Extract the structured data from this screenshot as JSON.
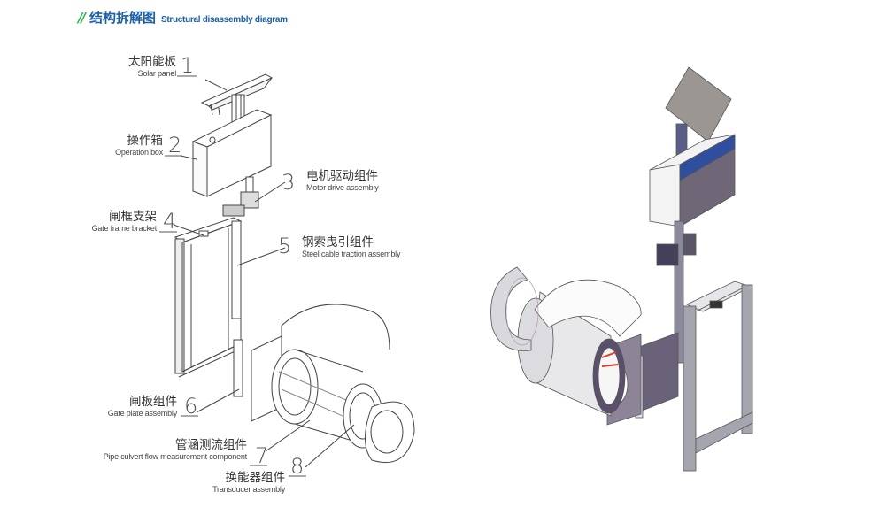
{
  "header": {
    "slash": "//",
    "title_zh": "结构拆解图",
    "title_en": "Structural disassembly diagram"
  },
  "colors": {
    "accent_green": "#2db34a",
    "accent_blue": "#1b5fa8",
    "panel_blue": "#2f4f9e",
    "gate_purple": "#6d6580"
  },
  "components": [
    {
      "number": "1",
      "zh": "太阳能板",
      "en": "Solar panel"
    },
    {
      "number": "2",
      "zh": "操作箱",
      "en": "Operation box"
    },
    {
      "number": "3",
      "zh": "电机驱动组件",
      "en": "Motor drive assembly"
    },
    {
      "number": "4",
      "zh": "闸框支架",
      "en": "Gate frame bracket"
    },
    {
      "number": "5",
      "zh": "钢索曳引组件",
      "en": "Steel cable traction assembly"
    },
    {
      "number": "6",
      "zh": "闸板组件",
      "en": "Gate plate assembly"
    },
    {
      "number": "7",
      "zh": "管涵测流组件",
      "en": "Pipe culvert flow measurement component"
    },
    {
      "number": "8",
      "zh": "换能器组件",
      "en": "Transducer assembly"
    }
  ]
}
